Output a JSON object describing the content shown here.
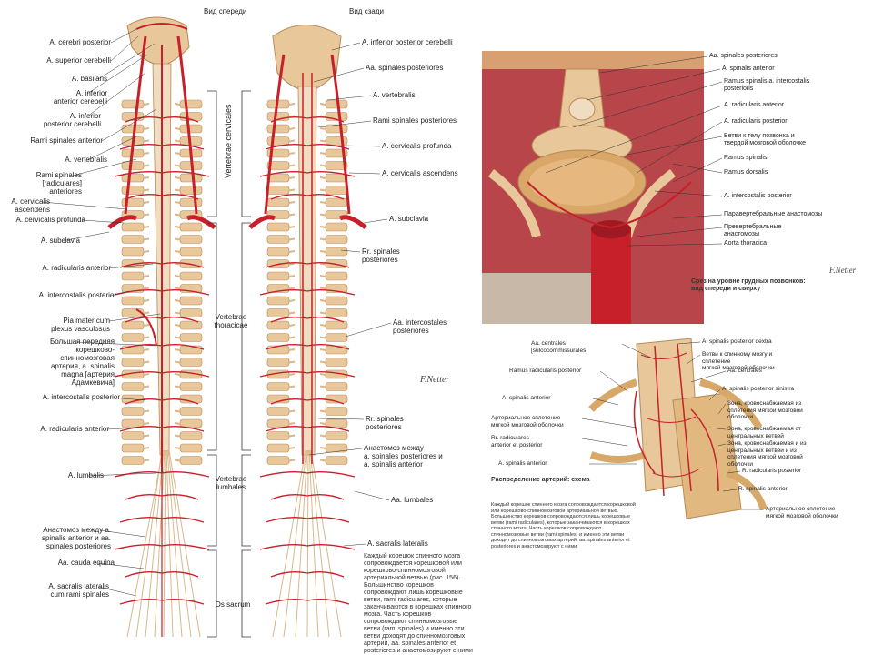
{
  "headers": {
    "anterior_view": "Вид спереди",
    "posterior_view": "Вид сзади"
  },
  "left_labels": [
    {
      "id": "l1",
      "text": "A. cerebri posterior"
    },
    {
      "id": "l2",
      "text": "A. superior cerebelli"
    },
    {
      "id": "l3",
      "text": "A. basilaris"
    },
    {
      "id": "l4",
      "text": "A. inferior\nanterior cerebelli"
    },
    {
      "id": "l5",
      "text": "A. inferior\nposterior cerebelli"
    },
    {
      "id": "l6",
      "text": "Rami spinales anterior"
    },
    {
      "id": "l7",
      "text": "A. vertebralis"
    },
    {
      "id": "l8",
      "text": "Rami spinales\n[radiculares]\nanteriores"
    },
    {
      "id": "l9",
      "text": "A. cervicalis\nascendens"
    },
    {
      "id": "l10",
      "text": "A. cervicalis profunda"
    },
    {
      "id": "l11",
      "text": "A. subclavia"
    },
    {
      "id": "l12",
      "text": "A. radicularis anterior"
    },
    {
      "id": "l13",
      "text": "A. intercostalis posterior"
    },
    {
      "id": "l14",
      "text": "Pia mater cum\nplexus vasculosus"
    },
    {
      "id": "l15",
      "text": "Большая передняя\nкорешково-\nспинномозговая\nартерия, a. spinalis\nmagna [артерия\nАдамкевича]"
    },
    {
      "id": "l16",
      "text": "A. intercostalis posterior"
    },
    {
      "id": "l17",
      "text": "A. radicularis anterior"
    },
    {
      "id": "l18",
      "text": "A. lumbalis"
    },
    {
      "id": "l19",
      "text": "Анастомоз между a.\nspinalis anterior и aa.\nspinales posteriores"
    },
    {
      "id": "l20",
      "text": "Aa. cauda equina"
    },
    {
      "id": "l21",
      "text": "A. sacralis lateralis\ncum rami spinales"
    }
  ],
  "middle_labels": [
    {
      "id": "m1",
      "text": "Vertebrae cervicales"
    },
    {
      "id": "m2",
      "text": "Vertebrae\nthoracicae"
    },
    {
      "id": "m3",
      "text": "Vertebrae\nlumbales"
    },
    {
      "id": "m4",
      "text": "Os sacrum"
    }
  ],
  "right_labels": [
    {
      "id": "r1",
      "text": "A. inferior posterior cerebelli"
    },
    {
      "id": "r2",
      "text": "Aa. spinales posteriores"
    },
    {
      "id": "r3",
      "text": "A. vertebralis"
    },
    {
      "id": "r4",
      "text": "Rami spinales posteriores"
    },
    {
      "id": "r5",
      "text": "A. cervicalis profunda"
    },
    {
      "id": "r6",
      "text": "A. cervicalis ascendens"
    },
    {
      "id": "r7",
      "text": "A. subclavia"
    },
    {
      "id": "r8",
      "text": "Rr. spinales\nposteriores"
    },
    {
      "id": "r9",
      "text": "Aa. intercostales\nposteriores"
    },
    {
      "id": "r10",
      "text": "Rr. spinales\nposteriores"
    },
    {
      "id": "r11",
      "text": "Анастомоз между\na. spinales posteriores и\na. spinalis anterior"
    },
    {
      "id": "r12",
      "text": "Aa. lumbales"
    },
    {
      "id": "r13",
      "text": "A. sacralis lateralis"
    }
  ],
  "note_bottom": "Каждый корешок спинного мозга сопровождается корешковой или корешково-спинномозговой артериальной ветвью (рис. 156). Большинство корешков сопровождают лишь корешковые ветви, rami radiculares, которые заканчиваются в корешках спинного мозга. Часть корешков сопровождают спинномозговые ветви (rami spinales) и именно эти ветви доходят до спинномозговых артерий, aa. spinales anterior et posteriores и анастомозируют с ними",
  "section_labels": [
    {
      "id": "s1",
      "text": "Aa. spinales posteriores"
    },
    {
      "id": "s2",
      "text": "A. spinalis anterior"
    },
    {
      "id": "s3",
      "text": "Ramus spinalis a. intercostalis\nposterioris"
    },
    {
      "id": "s4",
      "text": "A. radicularis anterior"
    },
    {
      "id": "s5",
      "text": "A. radicularis posterior"
    },
    {
      "id": "s6",
      "text": "Ветви к телу позвонка и\nтвердой мозговой оболочке"
    },
    {
      "id": "s7",
      "text": "Ramus spinalis"
    },
    {
      "id": "s8",
      "text": "Ramus dorsalis"
    },
    {
      "id": "s9",
      "text": "A. intercostalis posterior"
    },
    {
      "id": "s10",
      "text": "Паравертебральные анастомозы"
    },
    {
      "id": "s11",
      "text": "Превертебральные\nанастомозы"
    },
    {
      "id": "s12",
      "text": "Aorta thoracica"
    }
  ],
  "section_caption": "Срез на уровне грудных позвонков:\nвид спереди и сверху",
  "scheme_labels": [
    {
      "id": "d1",
      "text": "Aa. centrales\n[sulcocommissurales]"
    },
    {
      "id": "d2",
      "text": "Ramus radicularis posterior"
    },
    {
      "id": "d3",
      "text": "A. spinalis anterior"
    },
    {
      "id": "d4",
      "text": "Артериальное сплетение\nмягкой мозговой оболочки"
    },
    {
      "id": "d5",
      "text": "Rr. radiculares\nanterior et posterior"
    },
    {
      "id": "d6",
      "text": "A. spinalis anterior"
    },
    {
      "id": "d7",
      "text": "A. spinalis posterior dextra"
    },
    {
      "id": "d8",
      "text": "Ветви к спинному мозгу и сплетение\nмягкой мозговой оболочки"
    },
    {
      "id": "d9",
      "text": "Aa. centrales"
    },
    {
      "id": "d10",
      "text": "A. spinalis posterior sinistra"
    },
    {
      "id": "d11",
      "text": "Зона, кровоснабжаемая из\nсплетения мягкой мозговой\nоболочки"
    },
    {
      "id": "d12",
      "text": "Зона, кровоснабжаемая от\nцентральных ветвей"
    },
    {
      "id": "d13",
      "text": "Зона, кровоснабжаемая и из\nцентральных ветвей и из\nсплетения мягкой мозговой\nоболочки"
    },
    {
      "id": "d14",
      "text": "R. radicularis posterior"
    },
    {
      "id": "d15",
      "text": "R. spinalis anterior"
    },
    {
      "id": "d16",
      "text": "Артериальное сплетение\nмягкой мозговой оболочки"
    }
  ],
  "scheme_title": "Распределение артерий: схема",
  "scheme_caption": "Каждый корешок спинного мозга сопровождается корешковой или корешково-спинномозговой артериальной ветвью. Большинство корешков сопровождаются лишь корешковые ветви (rami radiculares), которые заканчиваются в корешках спинного мозга. Часть корешков сопровождают спинномозговые ветви (rami spinales) и именно эти ветви доходят до спинномозговых артерий, aa. spinales anterior et posteriores и анастомозируют с ними",
  "signature": "F.Netter",
  "colors": {
    "artery": "#c8202a",
    "artery_dark": "#9e1a20",
    "bone": "#e8c79a",
    "bone_dark": "#b88a55",
    "cord": "#f0dcc0",
    "muscle": "#b8454a"
  }
}
